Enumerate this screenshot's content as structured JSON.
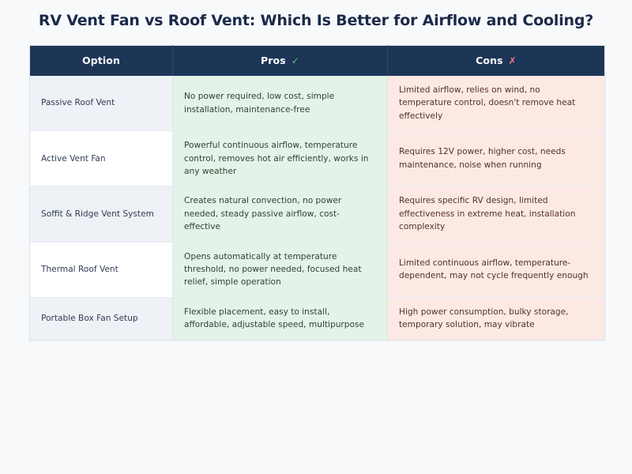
{
  "page": {
    "title": "RV Vent Fan vs Roof Vent: Which Is Better for Airflow and Cooling?",
    "background_color": "#f8f9fb",
    "title_color": "#1b2a4a"
  },
  "table": {
    "header": {
      "option_label": "Option",
      "pros_label": "Pros",
      "cons_label": "Cons",
      "pros_icon": "check-icon",
      "pros_icon_glyph": "✓",
      "pros_icon_color": "#56c271",
      "cons_icon": "cross-icon",
      "cons_icon_glyph": "✗",
      "cons_icon_color": "#f2798f",
      "background_color": "#1d3557",
      "text_color": "#ffffff"
    },
    "colors": {
      "pros_cell": "#e4f3e7",
      "cons_cell": "#fce9e4",
      "option_cell_odd": "#eef1f6",
      "option_cell_even": "#ffffff",
      "border": "#e6eaf1"
    },
    "columns": [
      "Option",
      "Pros",
      "Cons"
    ],
    "rows": [
      {
        "option": "Passive Roof Vent",
        "pros": "No power required, low cost, simple installation, maintenance-free",
        "cons": "Limited airflow, relies on wind, no temperature control, doesn't remove heat effectively"
      },
      {
        "option": "Active Vent Fan",
        "pros": "Powerful continuous airflow, temperature control, removes hot air efficiently, works in any weather",
        "cons": "Requires 12V power, higher cost, needs maintenance, noise when running"
      },
      {
        "option": "Soffit & Ridge Vent System",
        "pros": "Creates natural convection, no power needed, steady passive airflow, cost-effective",
        "cons": "Requires specific RV design, limited effectiveness in extreme heat, installation complexity"
      },
      {
        "option": "Thermal Roof Vent",
        "pros": "Opens automatically at temperature threshold, no power needed, focused heat relief, simple operation",
        "cons": "Limited continuous airflow, temperature-dependent, may not cycle frequently enough"
      },
      {
        "option": "Portable Box Fan Setup",
        "pros": "Flexible placement, easy to install, affordable, adjustable speed, multipurpose",
        "cons": "High power consumption, bulky storage, temporary solution, may vibrate"
      }
    ]
  }
}
